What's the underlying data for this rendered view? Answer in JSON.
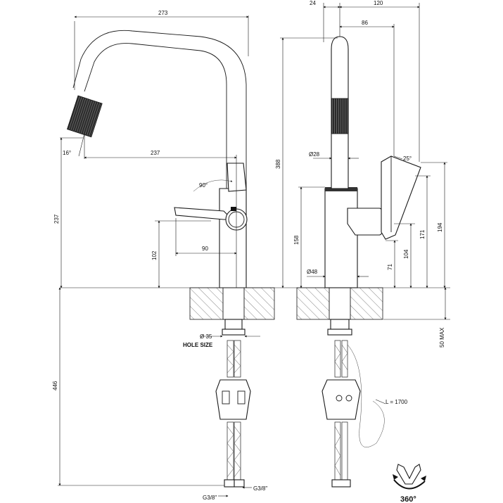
{
  "dimensions": {
    "d273": "273",
    "d24": "24",
    "d120": "120",
    "d86": "86",
    "d16deg": "16°",
    "d237h": "237",
    "d237v": "237",
    "d90deg": "90°",
    "d388": "388",
    "d28": "Ø28",
    "d25deg": "25°",
    "d194": "194",
    "d171": "171",
    "d158": "158",
    "d104": "104",
    "d71": "71",
    "d102": "102",
    "d90": "90",
    "d48": "Ø48",
    "d50max": "50 MAX",
    "d446": "446",
    "d35": "Ø 35",
    "hole": "HOLE SIZE",
    "lhose": "L = 1700",
    "g38a": "G3/8\"",
    "g38b": "G3/8\"",
    "rot": "360°"
  },
  "icons": {
    "rotation": "rotation-arrow-icon"
  }
}
